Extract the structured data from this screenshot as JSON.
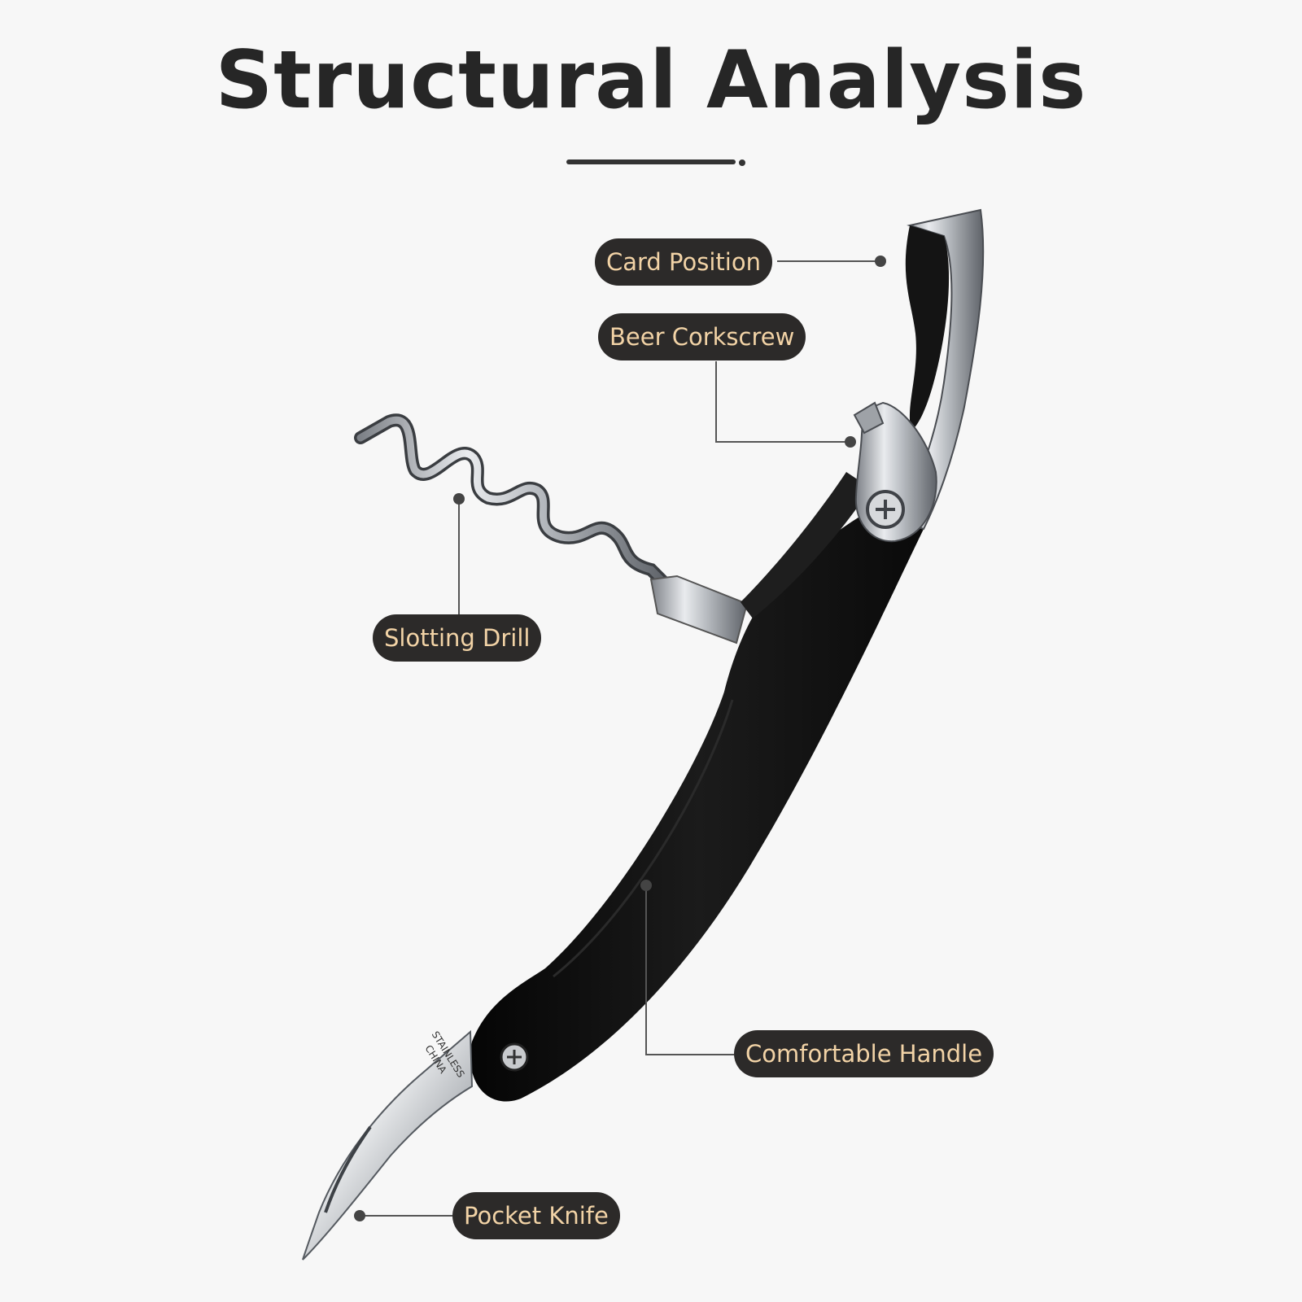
{
  "page": {
    "title": "Structural Analysis"
  },
  "labels": {
    "card_position": "Card Position",
    "beer_corkscrew": "Beer Corkscrew",
    "slotting_drill": "Slotting Drill",
    "comfortable_handle": "Comfortable Handle",
    "pocket_knife": "Pocket Knife"
  },
  "blade_engraving": [
    "STAINLESS",
    "CHINA"
  ],
  "colors": {
    "background": "#f7f7f7",
    "title": "#262626",
    "label_bg": "#2c2a29",
    "label_text": "#f2d3a6",
    "handle": "#111111",
    "steel": "#b9bcc0"
  }
}
